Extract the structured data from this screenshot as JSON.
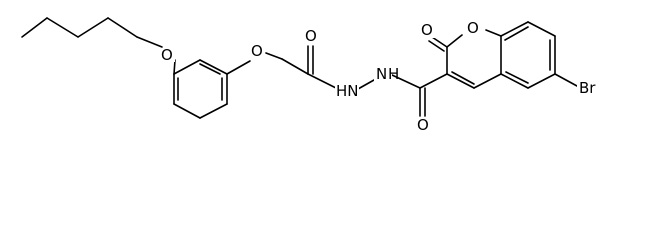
{
  "molecule": {
    "atoms": {
      "o_butoxy": "O",
      "o_aryl_ether": "O",
      "o_amide_upper": "O",
      "nh_left": "HN",
      "nh_right": "N",
      "h_right": "H",
      "o_amide_lower": "O",
      "o_lactone_carbonyl": "O",
      "o_ring": "O",
      "br": "Br"
    },
    "colors": {
      "bond": "#000000",
      "label": "#000000",
      "background": "#ffffff"
    }
  }
}
